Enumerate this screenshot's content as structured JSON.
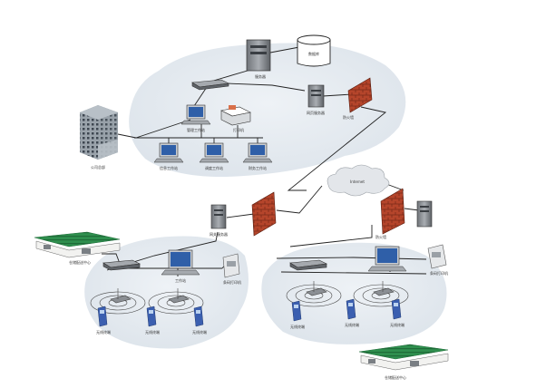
{
  "colors": {
    "zone_fill": "#e2e8ee",
    "wire": "#222222",
    "firewall_brick": "#b5452b",
    "warehouse_roof": "#2f8f4e",
    "screen": "#2f5fa8",
    "handheld": "#3b5fb0"
  },
  "labels": {
    "server": "服务器",
    "database": "数据库",
    "web_server": "网页服务器",
    "firewall_top": "防火墙",
    "hq_building": "公司总部",
    "ws_center": "管理工作站",
    "printer_top": "打印机",
    "ws_left": "信息工作站",
    "ws_mid": "调度工作站",
    "ws_right": "财务工作站",
    "internet": "Internet",
    "left_gateway": "网关服务器",
    "left_warehouse": "仓储配送中心",
    "left_pc": "工作站",
    "left_printer": "条码打印机",
    "right_firewall": "防火墙",
    "right_printer": "条码打印机",
    "right_warehouse": "仓储配送中心",
    "terminal": "无线终端"
  },
  "icons": [
    "server-icon",
    "database-icon",
    "firewall-icon",
    "switch-icon",
    "workstation-icon",
    "printer-icon",
    "office-building-icon",
    "cloud-icon",
    "warehouse-icon",
    "handheld-terminal-icon",
    "wireless-signal-icon"
  ]
}
